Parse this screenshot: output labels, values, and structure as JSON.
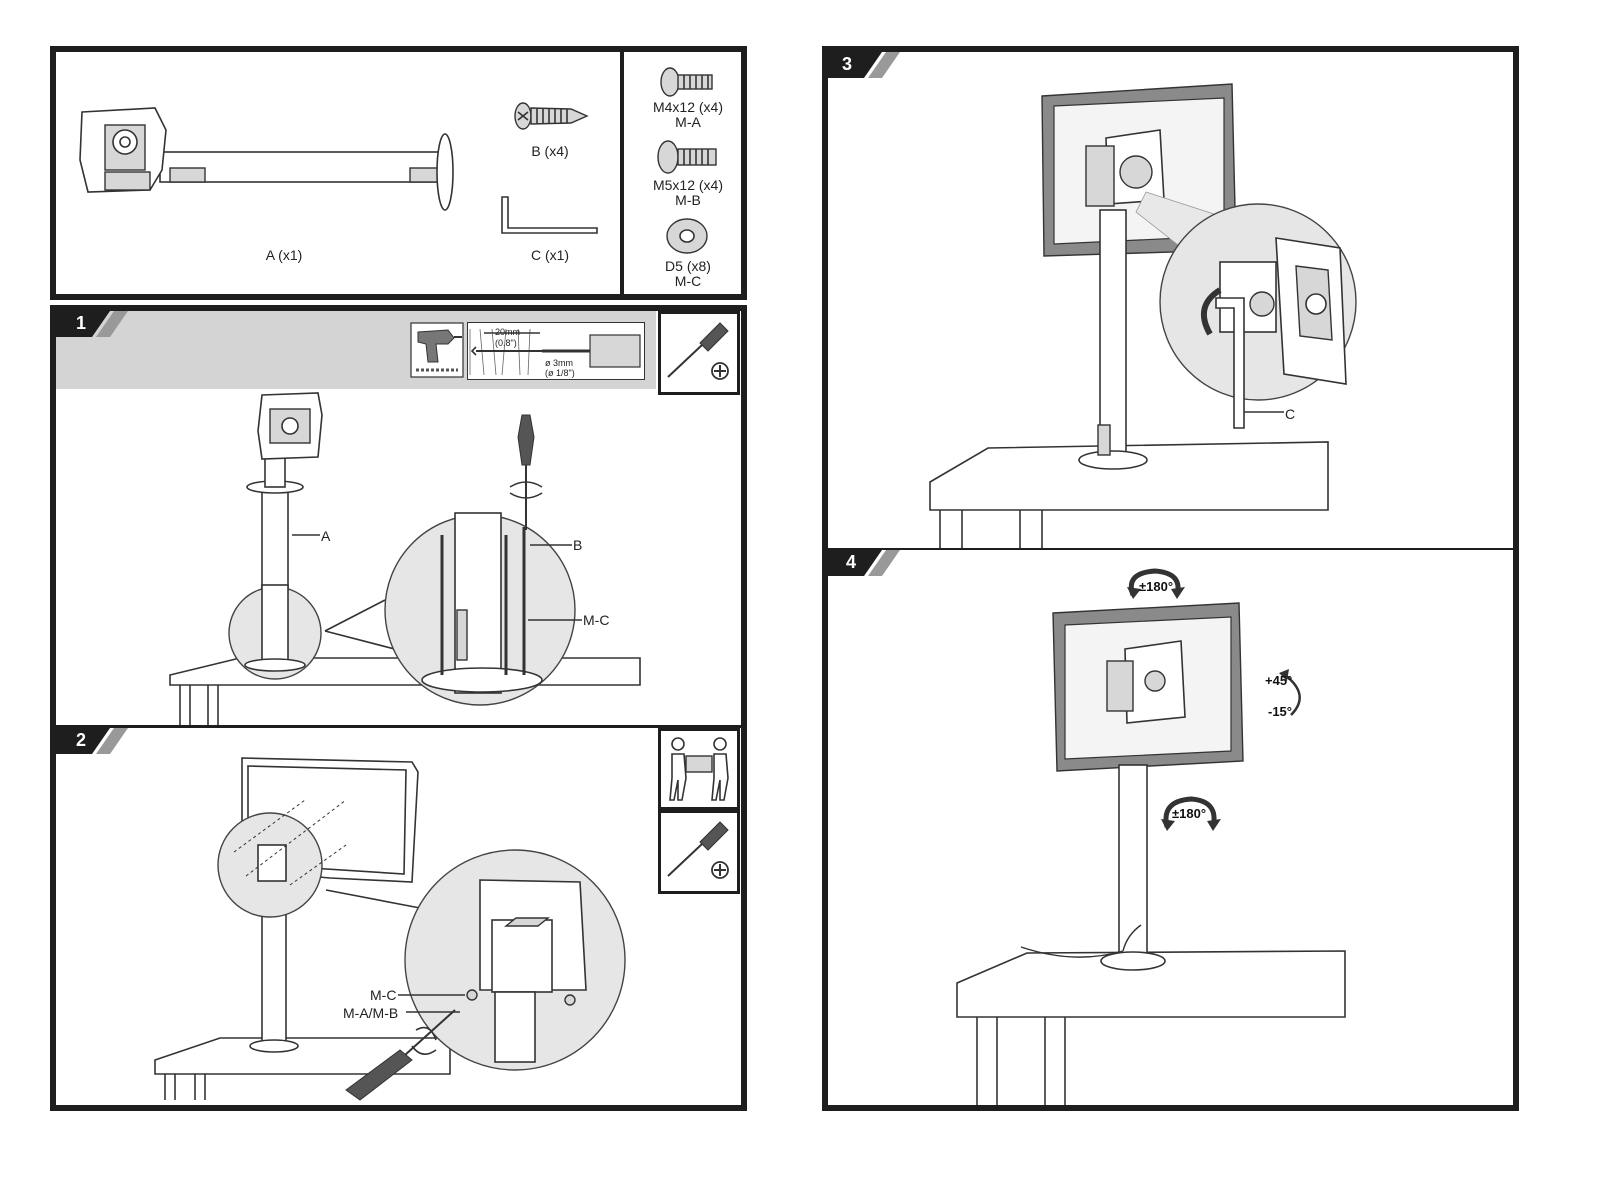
{
  "parts": {
    "a": "A (x1)",
    "b": "B (x4)",
    "c": "C (x1)",
    "m4_line1": "M4x12 (x4)",
    "m4_line2": "M-A",
    "m5_line1": "M5x12 (x4)",
    "m5_line2": "M-B",
    "d5_line1": "D5 (x8)",
    "d5_line2": "M-C"
  },
  "step1": {
    "number": "1",
    "drill_depth": "20mm",
    "drill_depth_in": "(0.8\")",
    "drill_dia": "ø 3mm",
    "drill_dia_in": "(ø 1/8\")",
    "label_a": "A",
    "label_b": "B",
    "label_mc": "M-C"
  },
  "step2": {
    "number": "2",
    "label_mc": "M-C",
    "label_mamb": "M-A/M-B"
  },
  "step3": {
    "number": "3",
    "label_c": "C"
  },
  "step4": {
    "number": "4",
    "rot_top": "±180°",
    "tilt_up": "+45°",
    "tilt_down": "-15°",
    "rot_pole": "±180°"
  },
  "colors": {
    "frame": "#1e1e1e",
    "header_gray": "#d4d4d4",
    "part_gray": "#d7d7d7",
    "screen_gray": "#8a8a8a"
  },
  "icons": [
    "screwdriver-icon",
    "two-person-lift-icon",
    "drill-icon",
    "rotate-arrow-icon"
  ]
}
